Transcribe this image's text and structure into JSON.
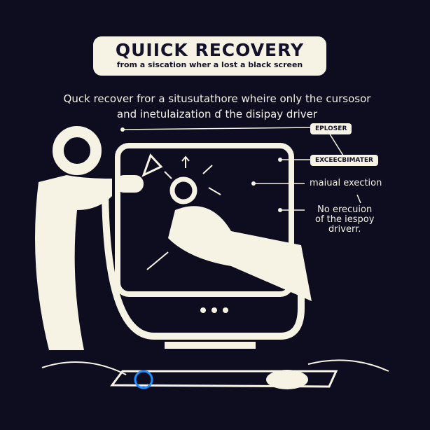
{
  "banner": {
    "title": "QUIICK RECOVERY",
    "subtitle": "from a siscation wher a lost a black screen"
  },
  "subtitle_lines": [
    "Quck recover fror a situsutathore wheire only the cursosor",
    "and inetulaization ɗ the  disipay driver"
  ],
  "tags": [
    "EPLOSER",
    "EXCEECBIMATER"
  ],
  "labels": {
    "manual": "maiual exection",
    "no_exec": [
      "No erecuion",
      "of the iespoy",
      "driverr."
    ]
  },
  "colors": {
    "background": "#0e0c1f",
    "foreground": "#f6f3e4",
    "accent": "#1e90ff"
  }
}
